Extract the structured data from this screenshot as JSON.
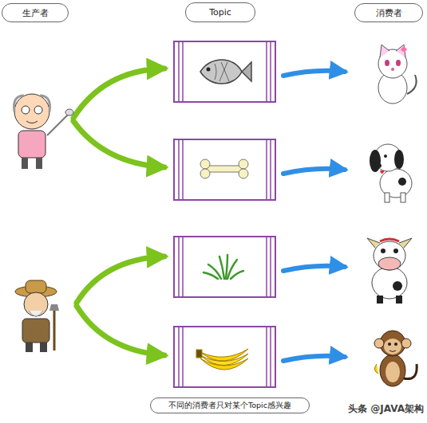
{
  "diagram": {
    "nodes": [
      {
        "text": [
          "生产者"
        ]
      },
      {
        "text": [
          "Topic"
        ]
      },
      {
        "text": [
          "消费者"
        ]
      },
      {
        "text": [
          "不同的消费者只对某个Topic感兴趣"
        ]
      }
    ],
    "labels": [
      "头条 @JAVA架构"
    ]
  }
}
